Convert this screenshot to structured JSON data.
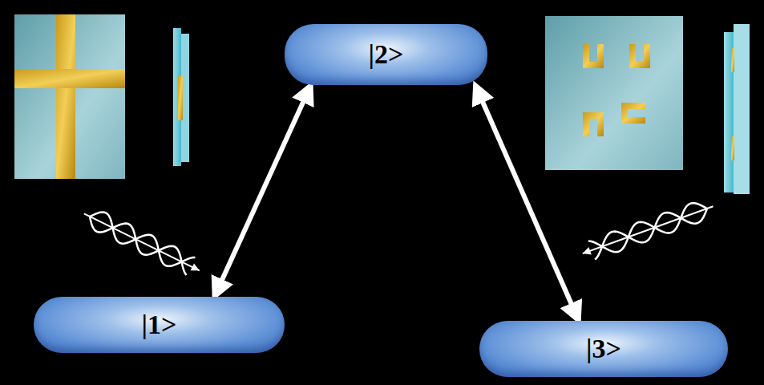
{
  "diagram": {
    "nodes": [
      {
        "text": [
          "|2>"
        ]
      },
      {
        "text": [
          "|1>"
        ]
      },
      {
        "text": [
          "|3>"
        ]
      }
    ],
    "edges": [
      {
        "from": 1,
        "to": 0,
        "arrow": "both"
      },
      {
        "from": 0,
        "to": 2,
        "arrow": "both"
      }
    ]
  }
}
